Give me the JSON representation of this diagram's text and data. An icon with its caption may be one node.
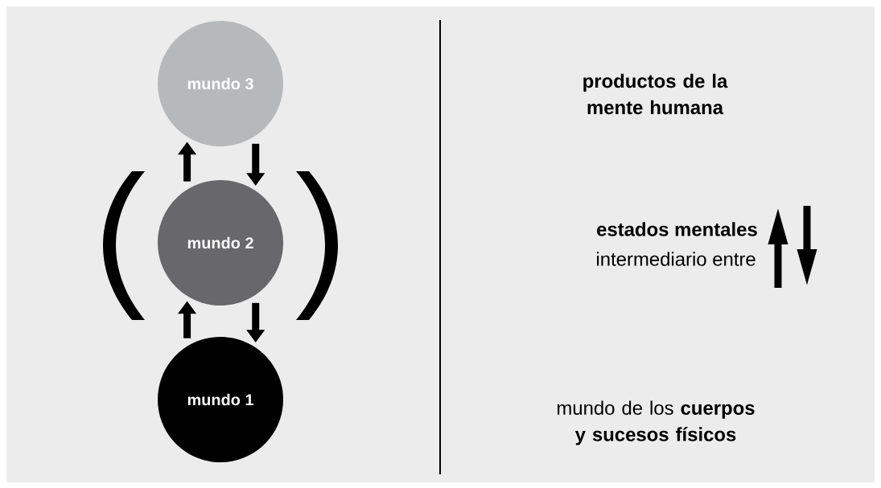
{
  "diagram": {
    "nodes": [
      {
        "text": [
          "mundo 3"
        ]
      },
      {
        "text": [
          "mundo 2"
        ]
      },
      {
        "text": [
          "mundo 1"
        ]
      }
    ],
    "edges": [
      {
        "from": 1,
        "to": 0,
        "arrow": "to"
      },
      {
        "from": 0,
        "to": 1,
        "arrow": "to"
      },
      {
        "from": 2,
        "to": 1,
        "arrow": "to"
      },
      {
        "from": 1,
        "to": 2,
        "arrow": "to"
      }
    ],
    "labels": [
      "productos de la mente humana",
      "estados mentales",
      "intermediario entre",
      "mundo de los **cuerpos y sucesos físicos**"
    ]
  }
}
